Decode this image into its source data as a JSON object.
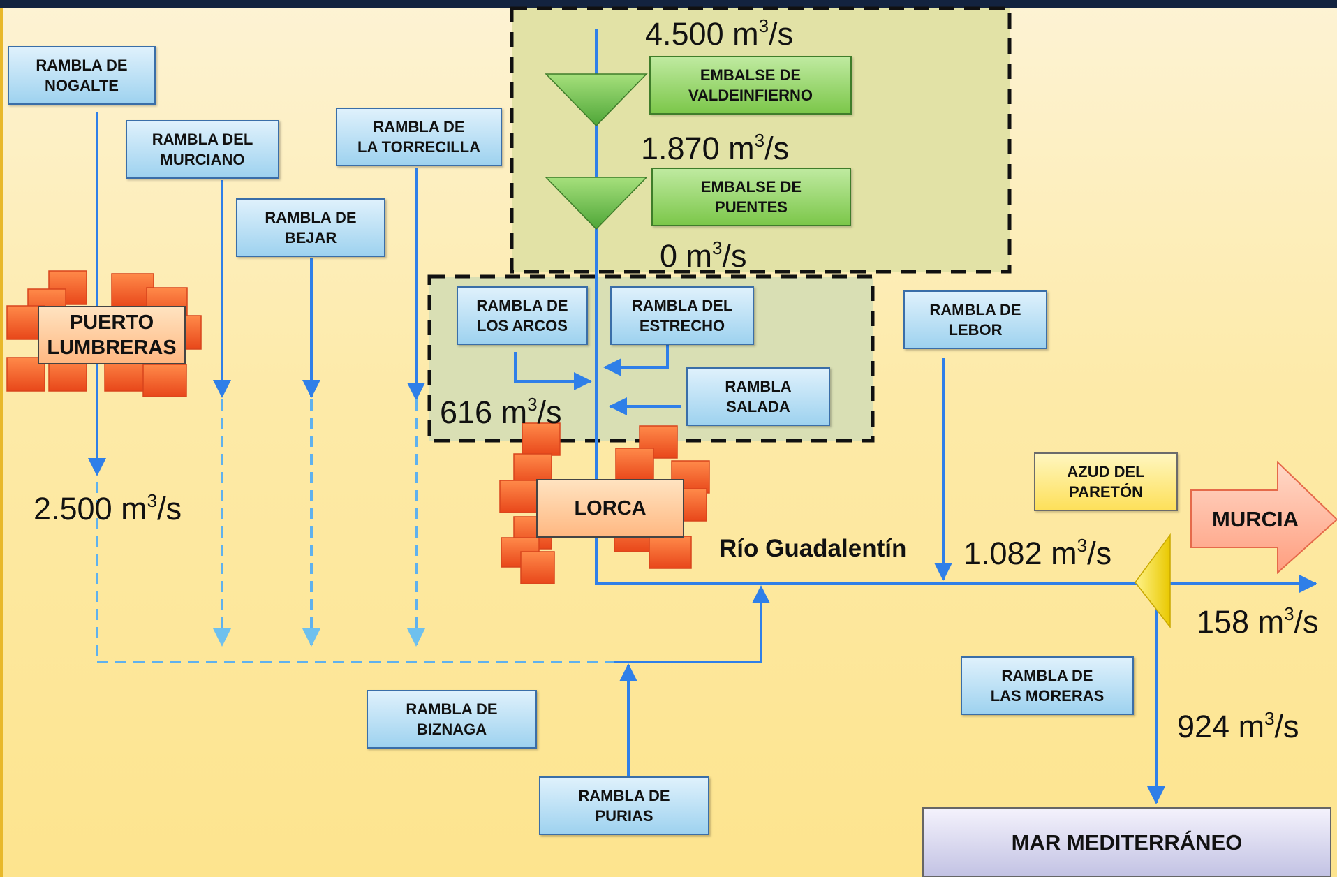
{
  "flows": {
    "valdeinfierno_in": "4.500 m",
    "after_valdeinfierno": "1.870 m",
    "after_puentes": "0 m",
    "lorca_area": "616 m",
    "nogalte": "2.500 m",
    "lebor_junction": "1.082 m",
    "paretón_out": "158 m",
    "moreras": "924 m",
    "unit_sup": "3",
    "unit_suffix": "/s"
  },
  "reservoirs": {
    "valdeinfierno": "EMBALSE DE\nVALDEINFIERNO",
    "puentes": "EMBALSE DE\nPUENTES"
  },
  "ramblas": {
    "nogalte": "RAMBLA DE\nNOGALTE",
    "murciano": "RAMBLA DEL\nMURCIANO",
    "bejar": "RAMBLA DE\nBEJAR",
    "torrecilla": "RAMBLA DE\nLA TORRECILLA",
    "arcos": "RAMBLA DE\nLOS ARCOS",
    "estrecho": "RAMBLA DEL\nESTRECHO",
    "salada": "RAMBLA\nSALADA",
    "lebor": "RAMBLA DE\nLEBOR",
    "biznaga": "RAMBLA DE\nBIZNAGA",
    "purias": "RAMBLA DE\nPURIAS",
    "moreras": "RAMBLA DE\nLAS MORERAS"
  },
  "cities": {
    "puerto_lumbreras": "PUERTO\nLUMBRERAS",
    "lorca": "LORCA"
  },
  "azud": "AZUD DEL\nPARETÓN",
  "murcia": "MURCIA",
  "river_name": "Río Guadalentín",
  "sea": "MAR MEDITERRÁNEO",
  "colors": {
    "river_blue": "#2f7fe8",
    "dashed_blue": "#5fb1ee",
    "reservoir_green": "#7cc74a",
    "city_orange": "#f56a28",
    "azud_yellow": "#f5d700",
    "murcia_arrow": "#ffb49a"
  }
}
